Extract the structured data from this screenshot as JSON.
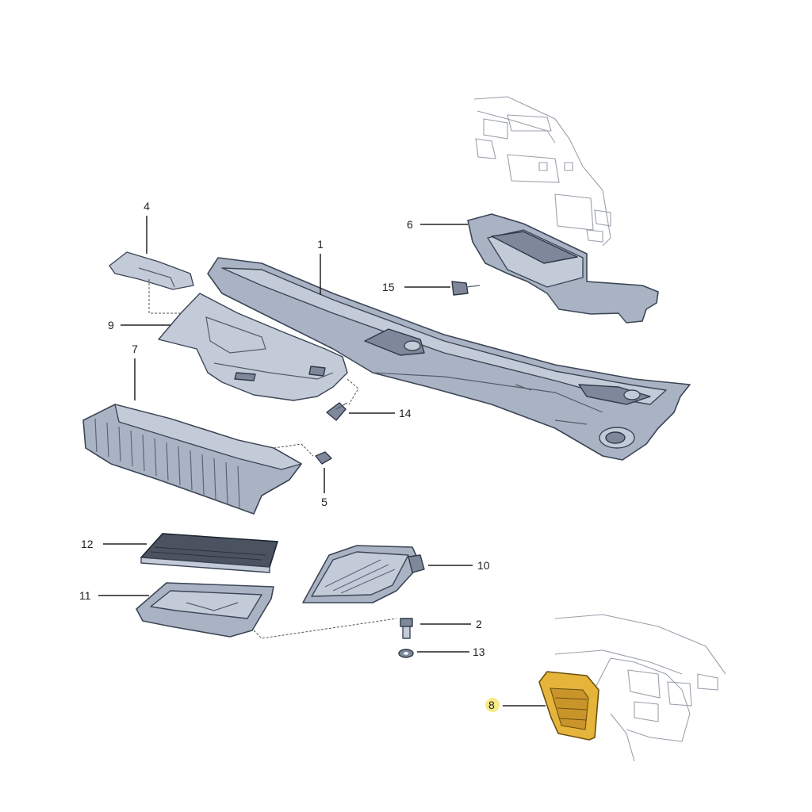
{
  "callouts": [
    {
      "id": "1",
      "text": "1"
    },
    {
      "id": "2",
      "text": "2"
    },
    {
      "id": "4",
      "text": "4"
    },
    {
      "id": "5",
      "text": "5"
    },
    {
      "id": "6",
      "text": "6"
    },
    {
      "id": "7",
      "text": "7"
    },
    {
      "id": "8",
      "text": "8"
    },
    {
      "id": "9",
      "text": "9"
    },
    {
      "id": "10",
      "text": "10"
    },
    {
      "id": "11",
      "text": "11"
    },
    {
      "id": "12",
      "text": "12"
    },
    {
      "id": "13",
      "text": "13"
    },
    {
      "id": "14",
      "text": "14"
    },
    {
      "id": "15",
      "text": "15"
    }
  ],
  "highlight_color": "#e5b43a",
  "highlighted_part": "8"
}
